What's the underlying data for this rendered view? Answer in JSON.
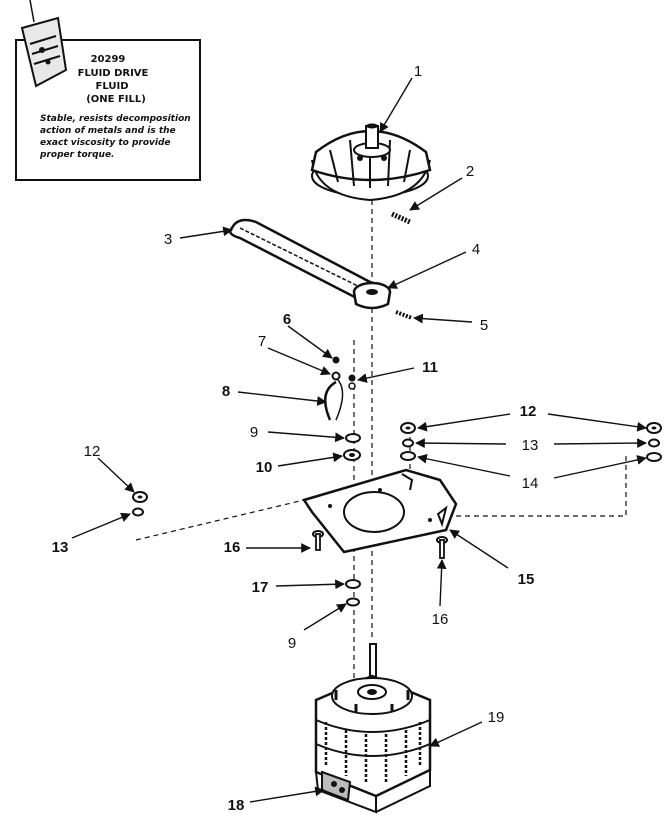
{
  "fluid_box": {
    "part_number": "20299",
    "title_line1": "FLUID DRIVE",
    "title_line2": "FLUID",
    "title_line3": "(ONE FILL)",
    "desc_line1": "Stable, resists decomposition",
    "desc_line2": "action of metals and is the",
    "desc_line3": "exact viscosity to provide",
    "desc_line4": "proper torque."
  },
  "callouts": [
    {
      "id": "c1",
      "label": "1"
    },
    {
      "id": "c2",
      "label": "2"
    },
    {
      "id": "c3",
      "label": "3"
    },
    {
      "id": "c4",
      "label": "4"
    },
    {
      "id": "c5",
      "label": "5"
    },
    {
      "id": "c6",
      "label": "6"
    },
    {
      "id": "c7",
      "label": "7"
    },
    {
      "id": "c8",
      "label": "8"
    },
    {
      "id": "c9a",
      "label": "9"
    },
    {
      "id": "c10",
      "label": "10"
    },
    {
      "id": "c11",
      "label": "11"
    },
    {
      "id": "c12a",
      "label": "12"
    },
    {
      "id": "c12b",
      "label": "12"
    },
    {
      "id": "c13a",
      "label": "13"
    },
    {
      "id": "c13b",
      "label": "13"
    },
    {
      "id": "c14",
      "label": "14"
    },
    {
      "id": "c15",
      "label": "15"
    },
    {
      "id": "c16a",
      "label": "16"
    },
    {
      "id": "c16b",
      "label": "16"
    },
    {
      "id": "c17",
      "label": "17"
    },
    {
      "id": "c9b",
      "label": "9"
    },
    {
      "id": "c18",
      "label": "18"
    },
    {
      "id": "c19",
      "label": "19"
    }
  ]
}
